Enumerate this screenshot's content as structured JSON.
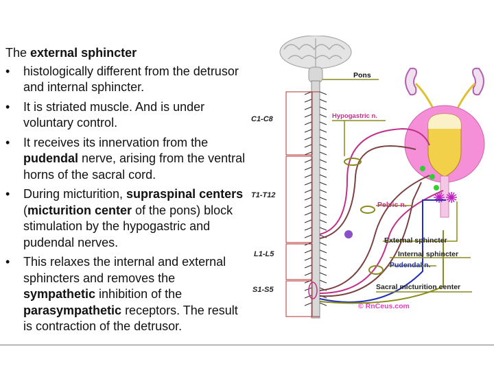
{
  "title": {
    "prefix": "The ",
    "bold": "external sphincter"
  },
  "bullets": [
    {
      "parts": [
        {
          "t": "histologically different from the detrusor and internal sphincter."
        }
      ]
    },
    {
      "parts": [
        {
          "t": "It is striated muscle. And is under voluntary control."
        }
      ]
    },
    {
      "parts": [
        {
          "t": "It receives its innervation from the "
        },
        {
          "t": "pudendal",
          "b": true
        },
        {
          "t": " nerve, arising from the ventral horns of the sacral cord."
        }
      ]
    },
    {
      "parts": [
        {
          "t": "During micturition, "
        },
        {
          "t": "supraspinal centers",
          "b": true
        },
        {
          "t": "  ("
        },
        {
          "t": "micturition center",
          "b": true
        },
        {
          "t": " of the pons) block stimulation by the hypogastric and pudendal nerves."
        }
      ]
    },
    {
      "parts": [
        {
          "t": "This relaxes the internal and external sphincters and removes the "
        },
        {
          "t": "sympathetic",
          "b": true
        },
        {
          "t": " inhibition of the "
        },
        {
          "t": "parasympathetic",
          "b": true
        },
        {
          "t": " receptors. The result is contraction of the detrusor."
        }
      ]
    }
  ],
  "figure": {
    "labels": {
      "pons": "Pons",
      "c1c8": "C1-C8",
      "t1t12": "T1-T12",
      "l1l5": "L1-L5",
      "s1s5": "S1-S5",
      "hypogastric": "Hypogastric n.",
      "pelvic": "Pelvic n.",
      "external": "External sphincter",
      "internal": "Internal sphincter",
      "pudendal": "Pudendal n.",
      "sacral": "Sacral micturition center",
      "credit": "© RnCeus.com"
    },
    "colors": {
      "bladder": "#f48fd8",
      "urine": "#f2d04a",
      "spine_box": "#b03030",
      "hypogastric": "#c0308a",
      "pelvic": "#7a4040",
      "pudendal": "#2030b0",
      "ganglia": "#2fcf2f",
      "label_line": "#8a8a1a"
    }
  }
}
